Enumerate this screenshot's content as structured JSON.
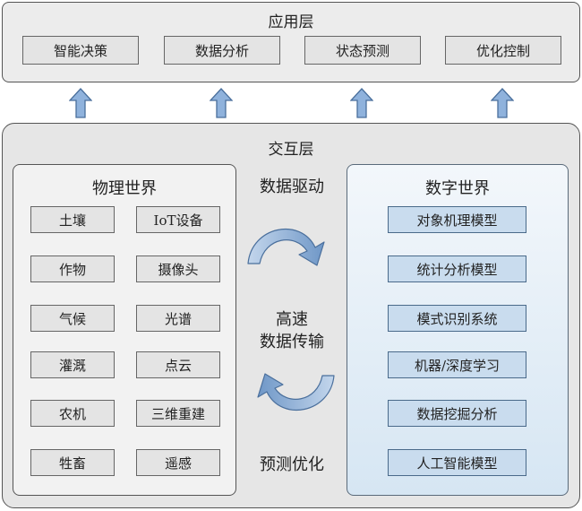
{
  "application_layer": {
    "title": "应用层",
    "items": [
      "智能决策",
      "数据分析",
      "状态预测",
      "优化控制"
    ]
  },
  "interaction_layer": {
    "title": "交互层",
    "physical_world": {
      "title": "物理世界",
      "left": [
        "土壤",
        "作物",
        "气候",
        "灌溉",
        "农机",
        "牲畜"
      ],
      "right": [
        "IoT设备",
        "摄像头",
        "光谱",
        "点云",
        "三维重建",
        "遥感"
      ]
    },
    "middle": {
      "top_label": "数据驱动",
      "center_label_line1": "高速",
      "center_label_line2": "数据传输",
      "bottom_label": "预测优化"
    },
    "digital_world": {
      "title": "数字世界",
      "items": [
        "对象机理模型",
        "统计分析模型",
        "模式识别系统",
        "机器/深度学习",
        "数据挖掘分析",
        "人工智能模型"
      ]
    }
  },
  "colors": {
    "arrow_fill": "#8fb2dc",
    "arrow_stroke": "#4a6f9c",
    "digital_box": "#c9dcee",
    "gray_box": "#e4e4e4"
  }
}
